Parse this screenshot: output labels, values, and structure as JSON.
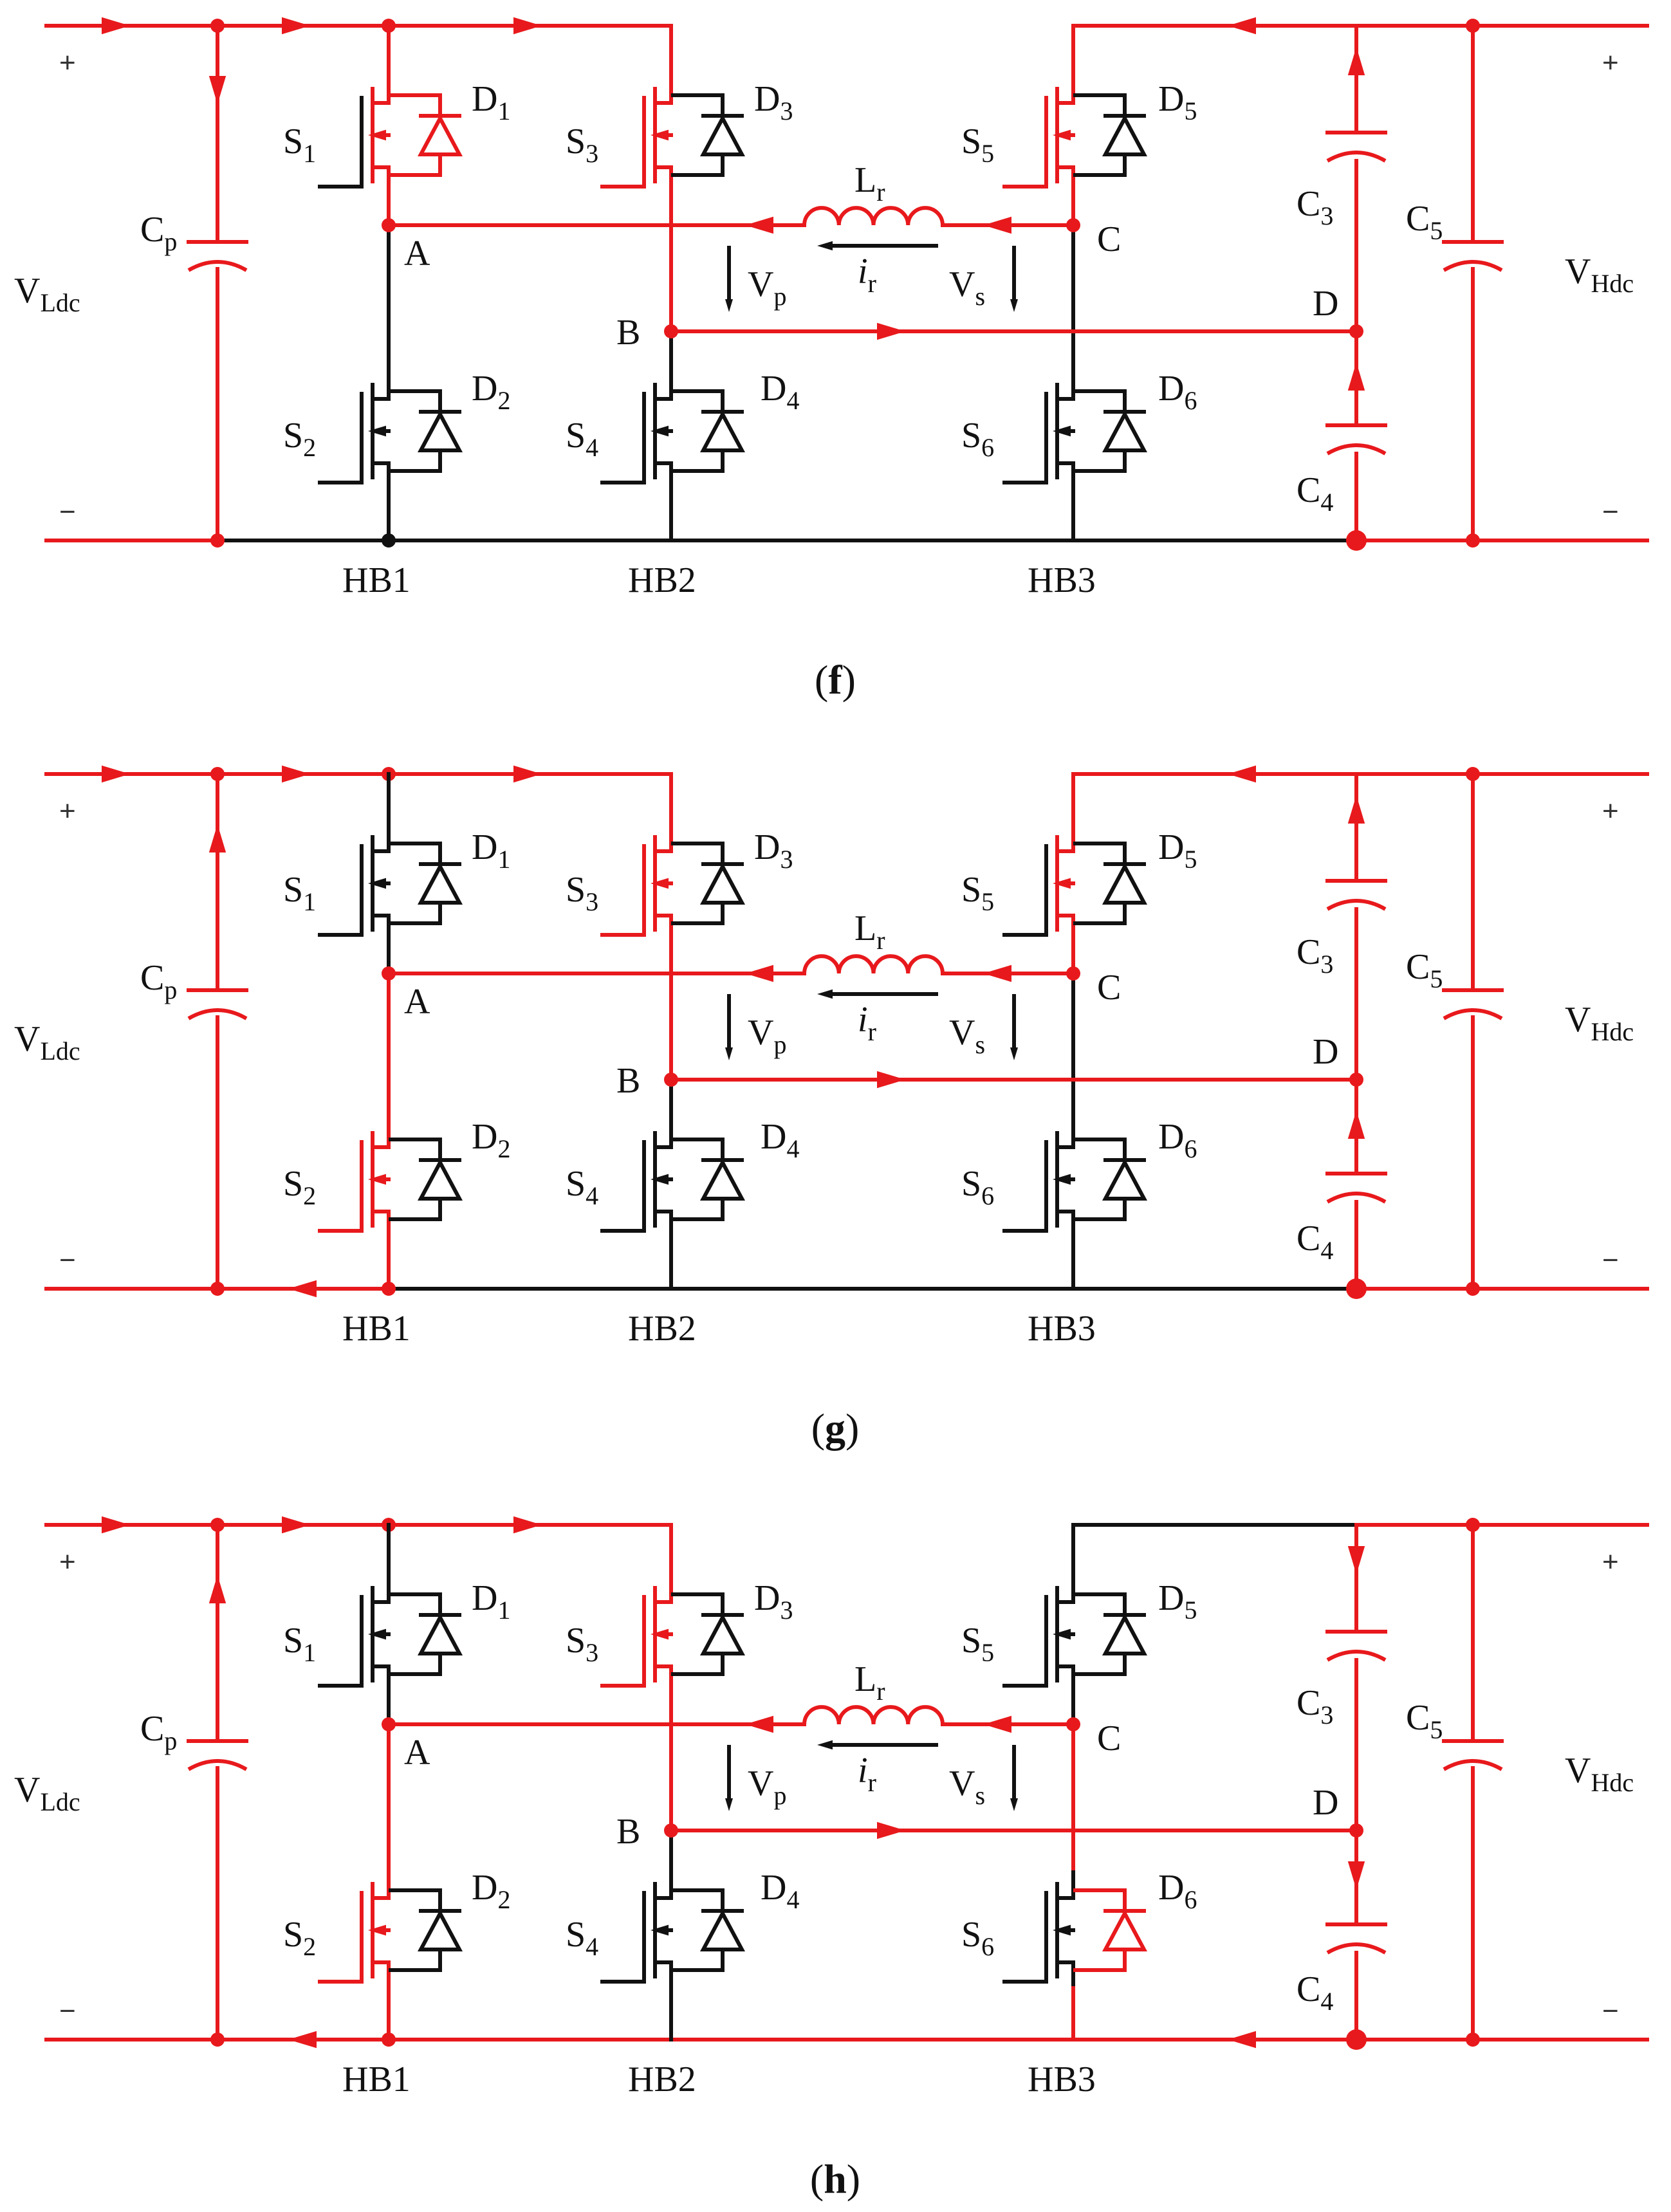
{
  "colors": {
    "active": "#e8191c",
    "inactive": "#111111"
  },
  "panels": [
    {
      "id": "f",
      "caption_open": "(",
      "caption_letter": "f",
      "caption_close": ")",
      "plus_left": "+",
      "plus_right": "+",
      "minus_left": "−",
      "minus_right": "−",
      "labels": {
        "vldc_main": "V",
        "vldc_sub": "Ldc",
        "vhdc_main": "V",
        "vhdc_sub": "Hdc",
        "cp_main": "C",
        "cp_sub": "p",
        "s1_main": "S",
        "s1_sub": "1",
        "d1_main": "D",
        "d1_sub": "1",
        "s2_main": "S",
        "s2_sub": "2",
        "d2_main": "D",
        "d2_sub": "2",
        "s3_main": "S",
        "s3_sub": "3",
        "d3_main": "D",
        "d3_sub": "3",
        "s4_main": "S",
        "s4_sub": "4",
        "d4_main": "D",
        "d4_sub": "4",
        "s5_main": "S",
        "s5_sub": "5",
        "d5_main": "D",
        "d5_sub": "5",
        "s6_main": "S",
        "s6_sub": "6",
        "d6_main": "D",
        "d6_sub": "6",
        "c3_main": "C",
        "c3_sub": "3",
        "c4_main": "C",
        "c4_sub": "4",
        "c5_main": "C",
        "c5_sub": "5",
        "lr_main": "L",
        "lr_sub": "r",
        "ir_main": "i",
        "ir_sub": "r",
        "vp_main": "V",
        "vp_sub": "p",
        "vs_main": "V",
        "vs_sub": "s",
        "node_a": "A",
        "node_b": "B",
        "node_c": "C",
        "node_d": "D",
        "hb1": "HB1",
        "hb2": "HB2",
        "hb3": "HB3"
      },
      "state": {
        "top_left_rail": true,
        "top_left_arrow": "right",
        "cp_branch": true,
        "cp_arrow": "down",
        "s1_active": true,
        "d1_active": true,
        "s2_active": false,
        "d2_active": false,
        "hb1_low": false,
        "s3_active": true,
        "s3_gate": true,
        "s4_active": false,
        "s5_active": true,
        "s5_gate": true,
        "d5_active": false,
        "s6_active": false,
        "d6_active": false,
        "cap_col": true,
        "cap_arrow": "up",
        "c5_branch": true,
        "top_right_seg": true,
        "top_right_arrow": "left",
        "bottom_left_seg": true,
        "bottom_left_arrow": null,
        "bottom_right_seg": true,
        "bottom_right_arrow": null,
        "hb3_bottom_active": false
      }
    },
    {
      "id": "g",
      "caption_open": "(",
      "caption_letter": "g",
      "caption_close": ")",
      "plus_left": "+",
      "plus_right": "+",
      "minus_left": "−",
      "minus_right": "−",
      "labels": {
        "vldc_main": "V",
        "vldc_sub": "Ldc",
        "vhdc_main": "V",
        "vhdc_sub": "Hdc",
        "cp_main": "C",
        "cp_sub": "p",
        "s1_main": "S",
        "s1_sub": "1",
        "d1_main": "D",
        "d1_sub": "1",
        "s2_main": "S",
        "s2_sub": "2",
        "d2_main": "D",
        "d2_sub": "2",
        "s3_main": "S",
        "s3_sub": "3",
        "d3_main": "D",
        "d3_sub": "3",
        "s4_main": "S",
        "s4_sub": "4",
        "d4_main": "D",
        "d4_sub": "4",
        "s5_main": "S",
        "s5_sub": "5",
        "d5_main": "D",
        "d5_sub": "5",
        "s6_main": "S",
        "s6_sub": "6",
        "d6_main": "D",
        "d6_sub": "6",
        "c3_main": "C",
        "c3_sub": "3",
        "c4_main": "C",
        "c4_sub": "4",
        "c5_main": "C",
        "c5_sub": "5",
        "lr_main": "L",
        "lr_sub": "r",
        "ir_main": "i",
        "ir_sub": "r",
        "vp_main": "V",
        "vp_sub": "p",
        "vs_main": "V",
        "vs_sub": "s",
        "node_a": "A",
        "node_b": "B",
        "node_c": "C",
        "node_d": "D",
        "hb1": "HB1",
        "hb2": "HB2",
        "hb3": "HB3"
      },
      "state": {
        "top_left_rail": true,
        "top_left_arrow": "right",
        "cp_branch": true,
        "cp_arrow": "up",
        "s1_active": false,
        "d1_active": false,
        "s2_active": true,
        "d2_active": false,
        "hb1_low": true,
        "s3_active": true,
        "s3_gate": true,
        "s4_active": false,
        "s5_active": true,
        "s5_gate": false,
        "d5_active": false,
        "s6_active": false,
        "d6_active": false,
        "cap_col": true,
        "cap_arrow": "up",
        "c5_branch": true,
        "top_right_seg": true,
        "top_right_arrow": "left",
        "bottom_left_seg": true,
        "bottom_left_arrow": "left",
        "bottom_right_seg": true,
        "bottom_right_arrow": null,
        "hb3_bottom_active": false
      }
    },
    {
      "id": "h",
      "caption_open": "(",
      "caption_letter": "h",
      "caption_close": ")",
      "plus_left": "+",
      "plus_right": "+",
      "minus_left": "−",
      "minus_right": "−",
      "labels": {
        "vldc_main": "V",
        "vldc_sub": "Ldc",
        "vhdc_main": "V",
        "vhdc_sub": "Hdc",
        "cp_main": "C",
        "cp_sub": "p",
        "s1_main": "S",
        "s1_sub": "1",
        "d1_main": "D",
        "d1_sub": "1",
        "s2_main": "S",
        "s2_sub": "2",
        "d2_main": "D",
        "d2_sub": "2",
        "s3_main": "S",
        "s3_sub": "3",
        "d3_main": "D",
        "d3_sub": "3",
        "s4_main": "S",
        "s4_sub": "4",
        "d4_main": "D",
        "d4_sub": "4",
        "s5_main": "S",
        "s5_sub": "5",
        "d5_main": "D",
        "d5_sub": "5",
        "s6_main": "S",
        "s6_sub": "6",
        "d6_main": "D",
        "d6_sub": "6",
        "c3_main": "C",
        "c3_sub": "3",
        "c4_main": "C",
        "c4_sub": "4",
        "c5_main": "C",
        "c5_sub": "5",
        "lr_main": "L",
        "lr_sub": "r",
        "ir_main": "i",
        "ir_sub": "r",
        "vp_main": "V",
        "vp_sub": "p",
        "vs_main": "V",
        "vs_sub": "s",
        "node_a": "A",
        "node_b": "B",
        "node_c": "C",
        "node_d": "D",
        "hb1": "HB1",
        "hb2": "HB2",
        "hb3": "HB3"
      },
      "state": {
        "top_left_rail": true,
        "top_left_arrow": "right",
        "cp_branch": true,
        "cp_arrow": "up",
        "s1_active": false,
        "d1_active": false,
        "s2_active": true,
        "d2_active": false,
        "hb1_low": true,
        "s3_active": true,
        "s3_gate": true,
        "s4_active": false,
        "s5_active": false,
        "s5_gate": false,
        "d5_active": false,
        "s6_active": false,
        "d6_active": true,
        "cap_col": true,
        "cap_arrow": "down",
        "c5_branch": true,
        "top_right_seg": false,
        "top_right_arrow": null,
        "bottom_left_seg": true,
        "bottom_left_arrow": "left",
        "bottom_right_seg": true,
        "bottom_right_arrow": "left",
        "hb3_bottom_active": true
      }
    }
  ]
}
